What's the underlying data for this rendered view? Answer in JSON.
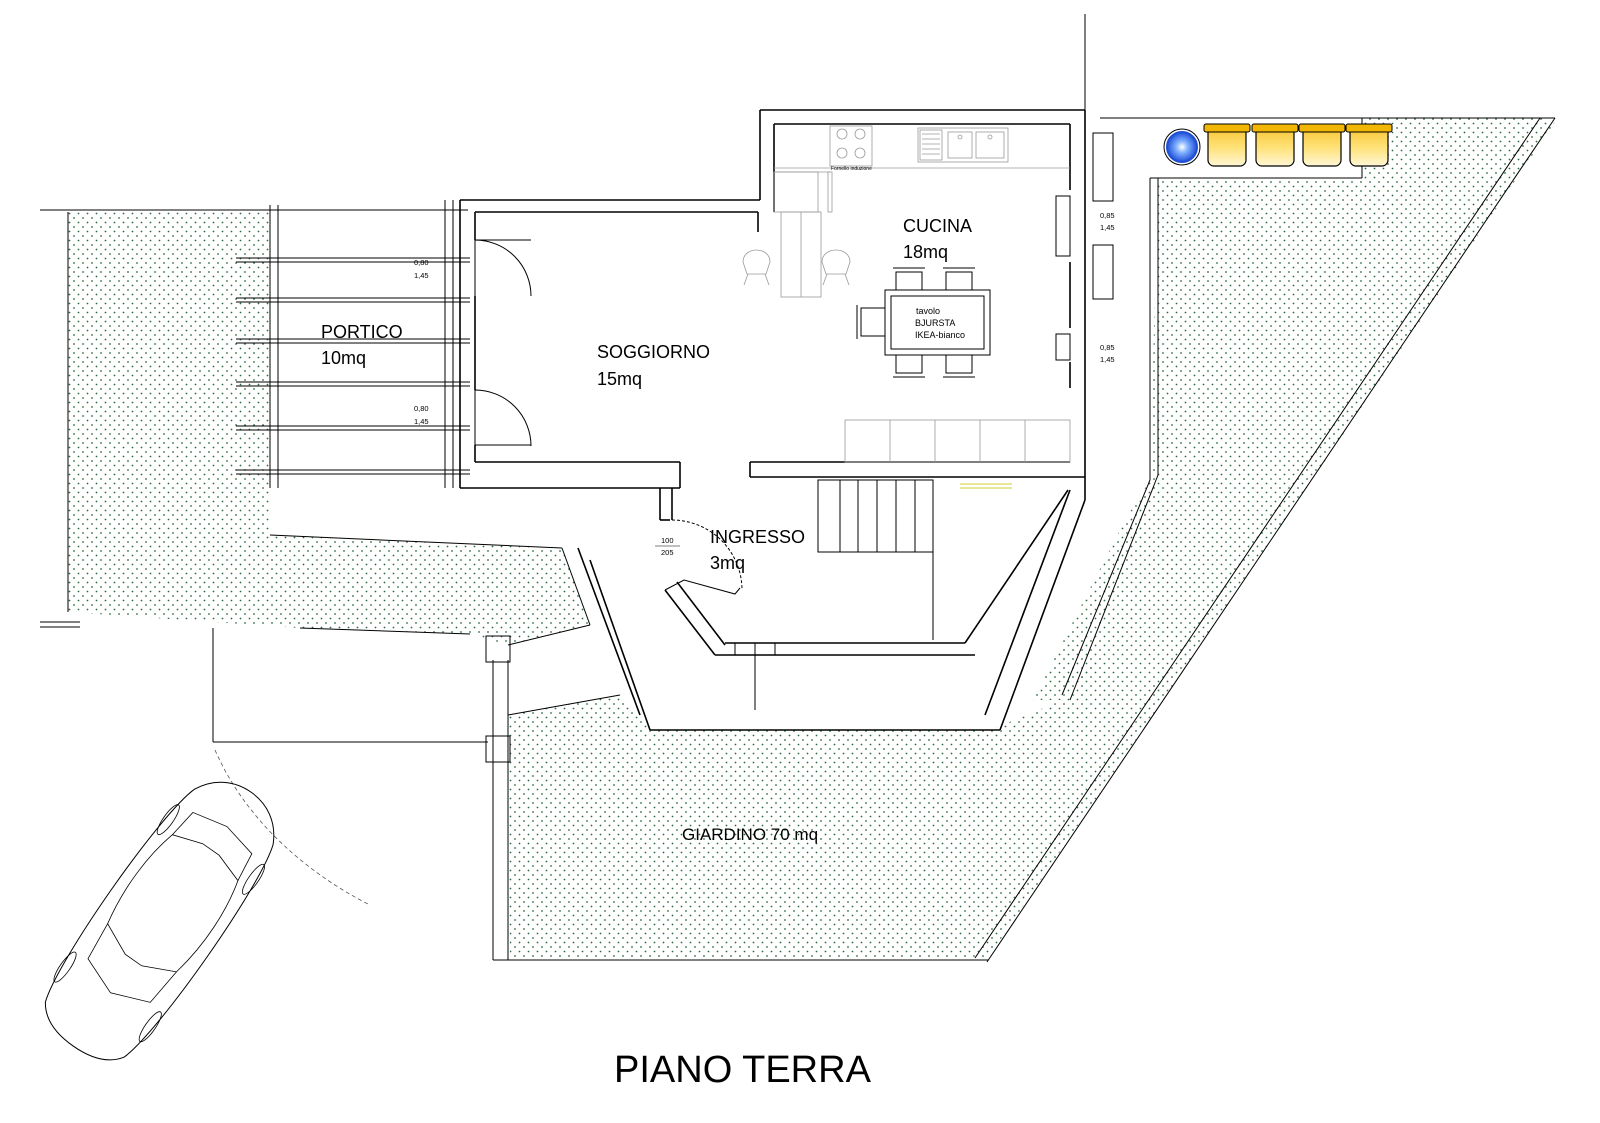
{
  "title": "PIANO TERRA",
  "rooms": {
    "portico": {
      "name": "PORTICO",
      "area": "10mq"
    },
    "soggiorno": {
      "name": "SOGGIORNO",
      "area": "15mq"
    },
    "cucina": {
      "name": "CUCINA",
      "area": "18mq"
    },
    "ingresso": {
      "name": "INGRESSO",
      "area": "3mq"
    },
    "giardino": {
      "label": "GIARDINO 70 mq"
    }
  },
  "windows": [
    {
      "width": "0,80",
      "height": "1,45"
    },
    {
      "width": "0,80",
      "height": "1,45"
    },
    {
      "width": "0,85",
      "height": "1,45"
    },
    {
      "width": "0,85",
      "height": "1,45"
    }
  ],
  "door": {
    "width": "100",
    "height": "205"
  },
  "table": {
    "line1": "tavolo",
    "line2": "BJURSTA",
    "line3": "IKEA-bianco"
  },
  "hob_label": "Fornello induzione",
  "colors": {
    "hatch": "#2e6b3e",
    "bins": "#f2b705",
    "bin_blue": "#1f4fd6",
    "lines": "#000000"
  }
}
